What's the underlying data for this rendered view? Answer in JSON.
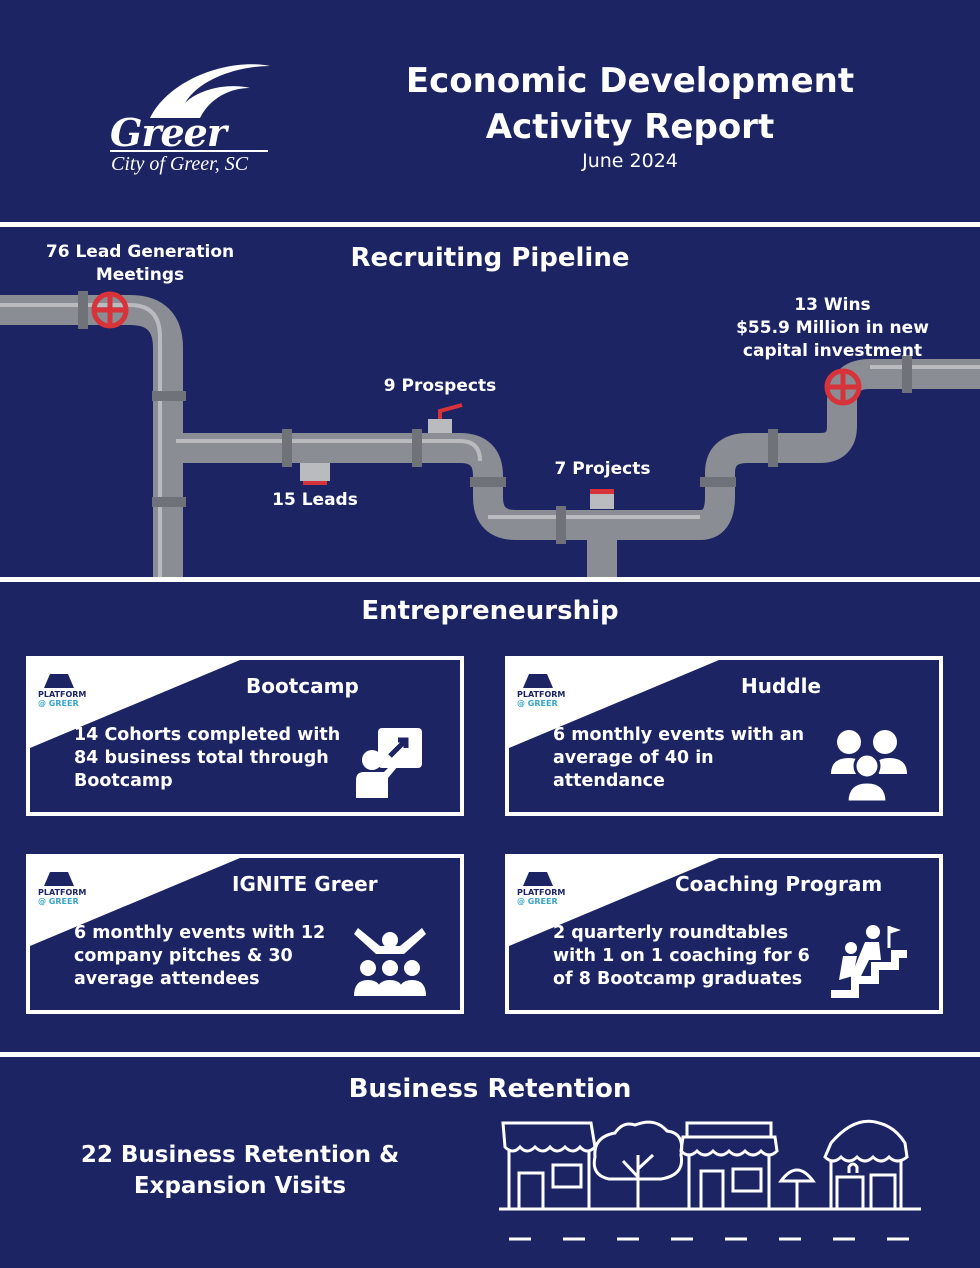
{
  "header": {
    "logo_word": "Greer",
    "logo_city": "City of Greer, SC",
    "title_line1": "Economic Development",
    "title_line2": "Activity Report",
    "date": "June 2024"
  },
  "pipeline": {
    "title": "Recruiting Pipeline",
    "meetings_line1": "76 Lead Generation",
    "meetings_line2": "Meetings",
    "leads": "15 Leads",
    "prospects": "9 Prospects",
    "projects": "7 Projects",
    "wins_line1": "13 Wins",
    "wins_line2": "$55.9 Million in new",
    "wins_line3": "capital investment"
  },
  "entrepreneurship": {
    "title": "Entrepreneurship",
    "platform_label": "PLATFORM",
    "platform_sub": "@ GREER",
    "cards": [
      {
        "title": "Bootcamp",
        "body": "14 Cohorts completed with 84 business total through Bootcamp",
        "icon": "presentation-icon"
      },
      {
        "title": "Huddle",
        "body": "6 monthly events with an average of 40 in attendance",
        "icon": "group-icon"
      },
      {
        "title": "IGNITE Greer",
        "body": "6 monthly events with 12 company pitches & 30 average attendees",
        "icon": "audience-icon"
      },
      {
        "title": "Coaching Program",
        "body": "2 quarterly roundtables with 1 on 1 coaching for 6 of 8 Bootcamp graduates",
        "icon": "climb-stairs-icon"
      }
    ]
  },
  "retention": {
    "title": "Business Retention",
    "line1": "22 Business Retention &",
    "line2": "Expansion Visits"
  },
  "colors": {
    "background": "#1c2463",
    "pipe": "#8a8d93",
    "valve": "#d8333a",
    "accent": "#3aa3c9"
  }
}
